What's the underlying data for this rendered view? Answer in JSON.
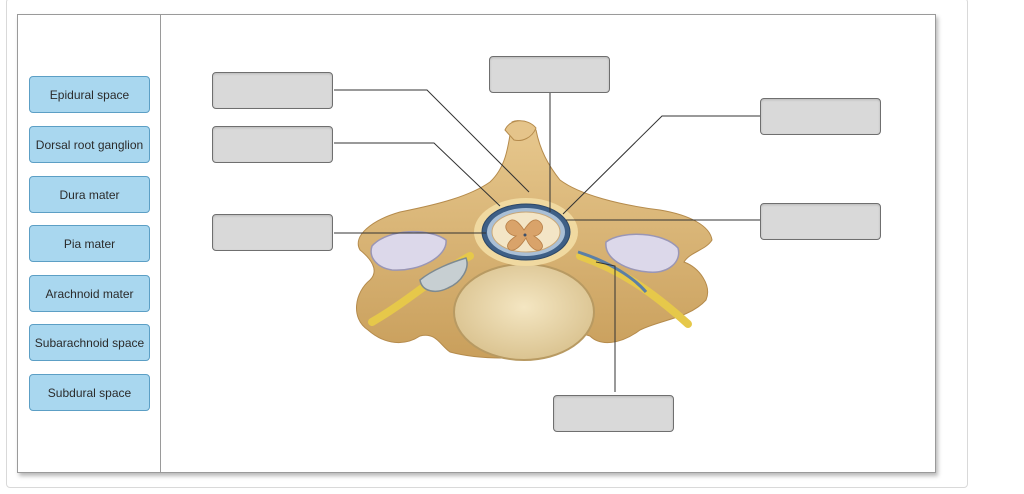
{
  "labels": [
    {
      "text": "Epidural space"
    },
    {
      "text": "Dorsal root ganglion"
    },
    {
      "text": "Dura mater"
    },
    {
      "text": "Pia mater"
    },
    {
      "text": "Arachnoid mater"
    },
    {
      "text": "Subarachnoid space"
    },
    {
      "text": "Subdural space"
    }
  ],
  "drop_targets": [
    {
      "value": ""
    },
    {
      "value": ""
    },
    {
      "value": ""
    },
    {
      "value": ""
    },
    {
      "value": ""
    },
    {
      "value": ""
    },
    {
      "value": ""
    }
  ],
  "colors": {
    "label_fill": "#a9d7ef",
    "label_border": "#5c9fc5",
    "target_fill": "#d9d9d9",
    "bone": "#d9b77c",
    "nerve": "#e6c84a"
  }
}
